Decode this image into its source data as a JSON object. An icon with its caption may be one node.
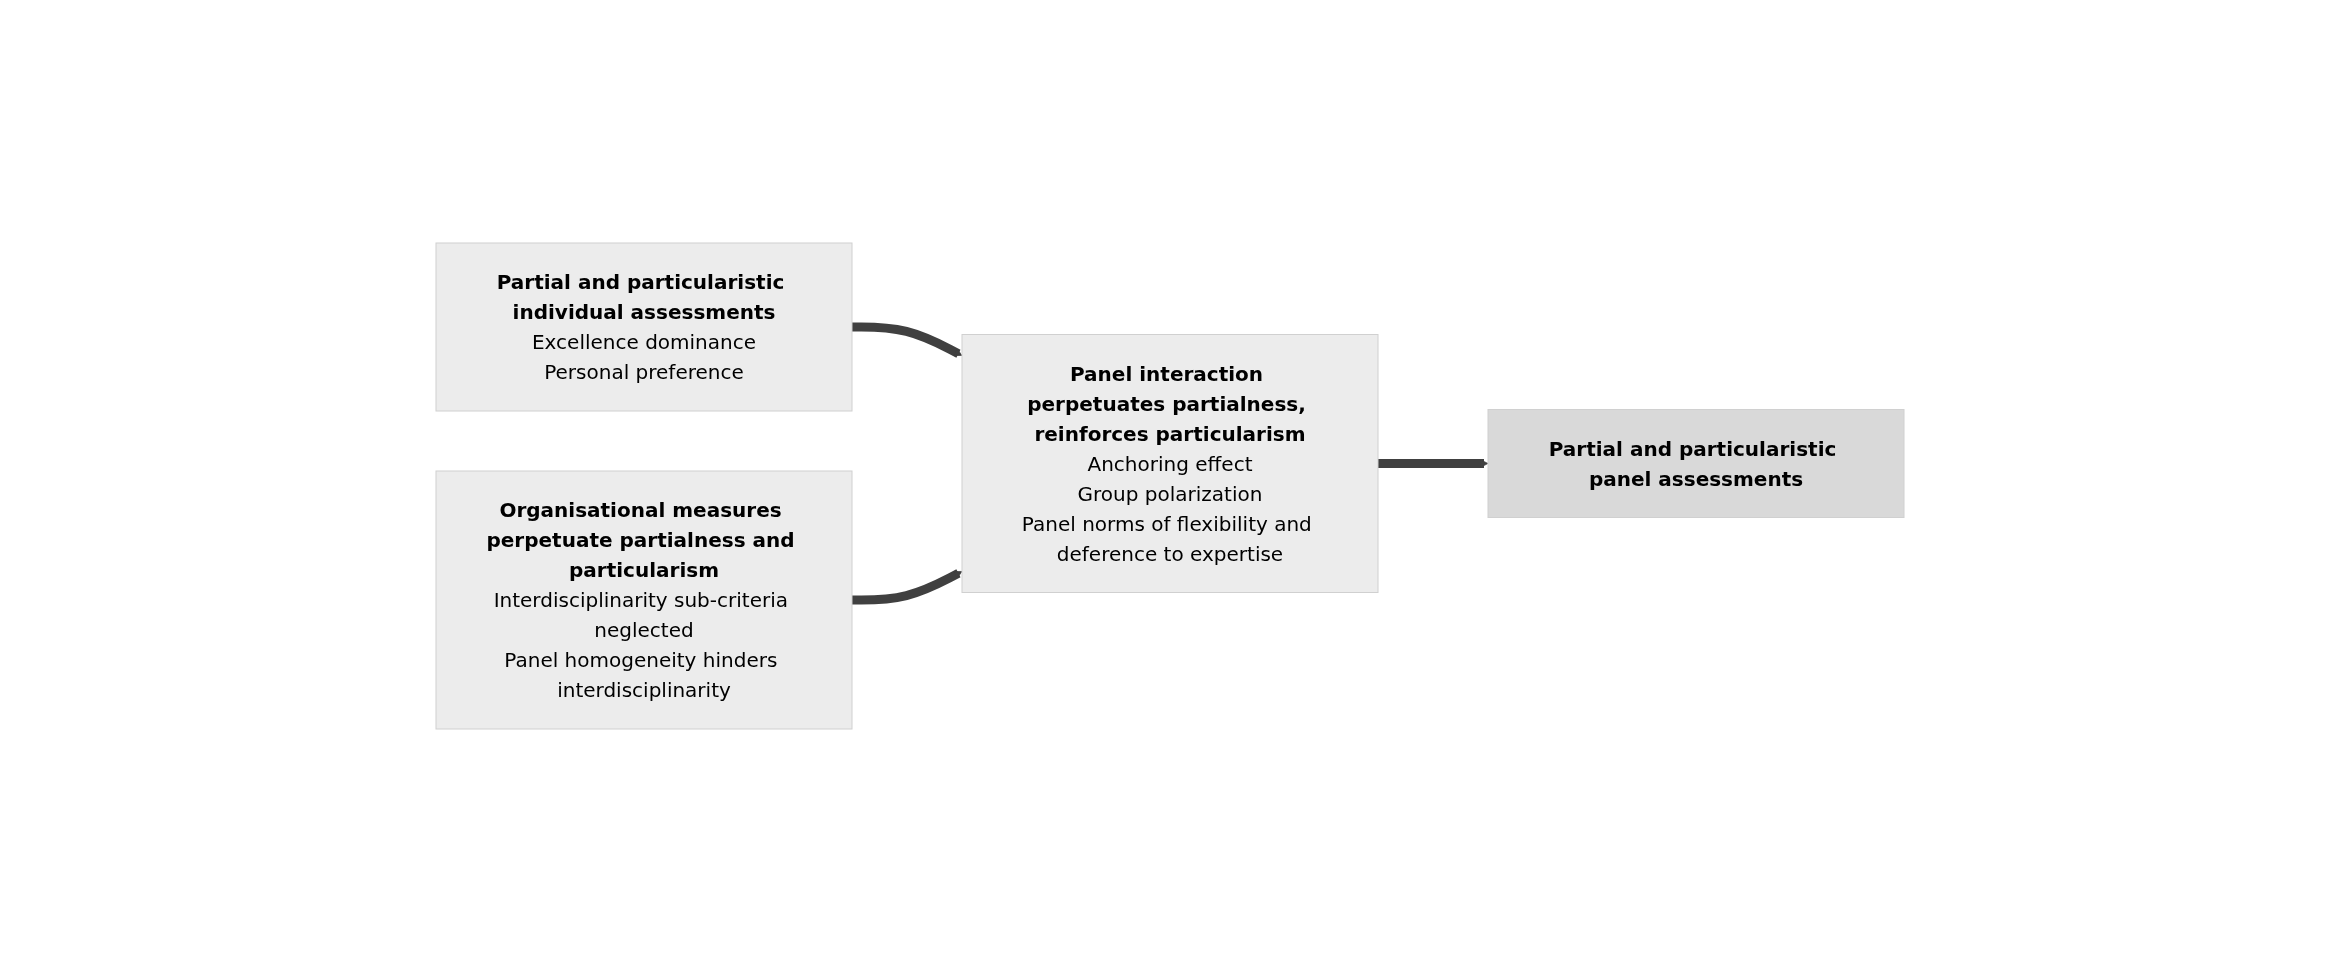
{
  "diagram": {
    "nodes": [
      {
        "text": [
          "Partial and particularistic individual assessments",
          "Excellence dominance",
          "Personal preference"
        ]
      },
      {
        "text": [
          "Organisational measures perpetuate partialness and particularism",
          "Interdisciplinarity sub-criteria neglected",
          "Panel homogeneity hinders interdisciplinarity"
        ]
      },
      {
        "text": [
          "Panel interaction perpetuates partialness, reinforces particularism",
          "Anchoring effect",
          "Group polarization",
          "Panel norms of flexibility and deference to expertise"
        ]
      },
      {
        "text": [
          "Partial and particularistic panel assessments"
        ]
      }
    ],
    "edges": [
      {
        "from": 0,
        "to": 2,
        "arrow": "to"
      },
      {
        "from": 1,
        "to": 2,
        "arrow": "to"
      },
      {
        "from": 2,
        "to": 3,
        "arrow": "to"
      }
    ]
  }
}
